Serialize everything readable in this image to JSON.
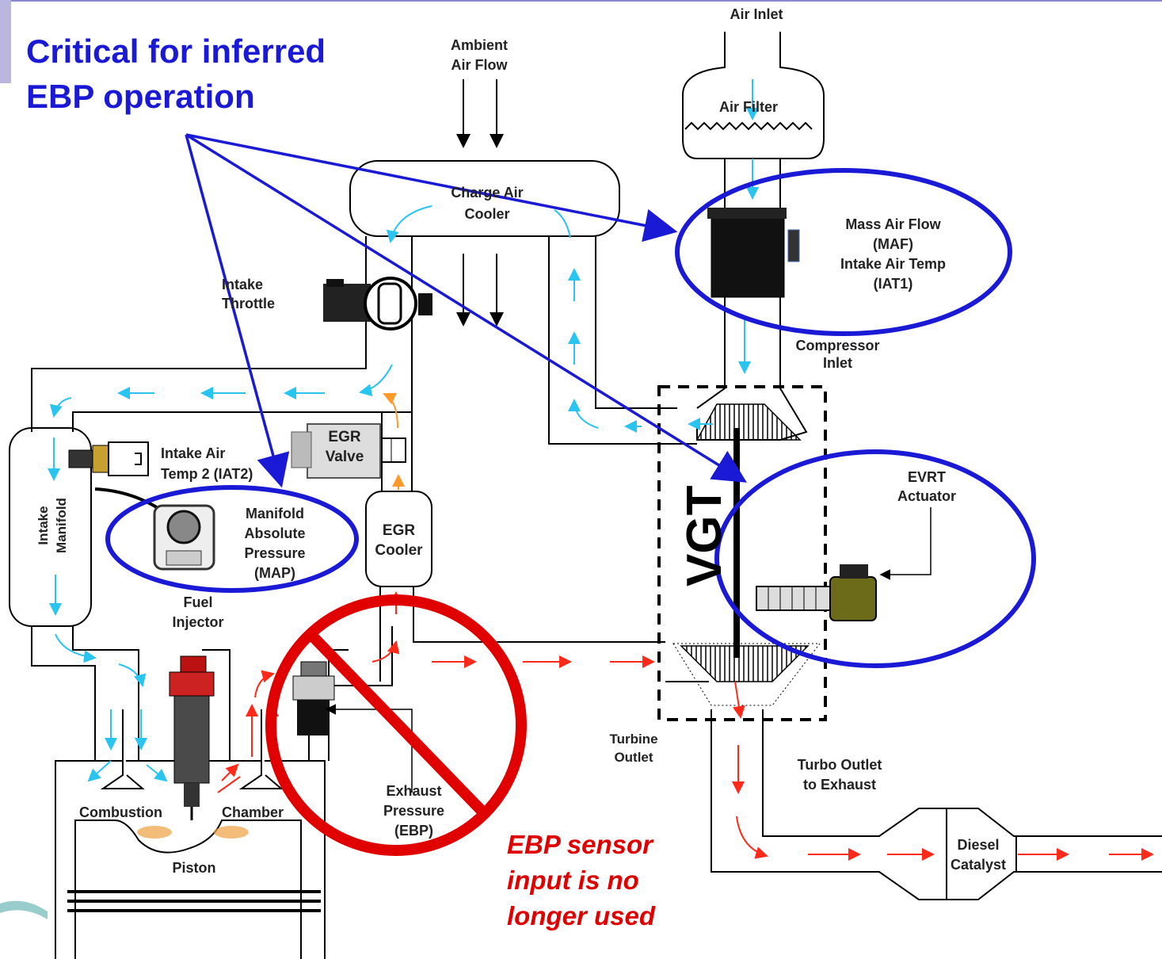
{
  "callout": {
    "line1": "Critical for inferred",
    "line2": "EBP operation"
  },
  "labels": {
    "air_inlet": "Air Inlet",
    "ambient_air_flow_1": "Ambient",
    "ambient_air_flow_2": "Air Flow",
    "air_filter": "Air Filter",
    "charge_air_cooler_1": "Charge Air",
    "charge_air_cooler_2": "Cooler",
    "maf_1": "Mass Air Flow",
    "maf_2": "(MAF)",
    "maf_3": "Intake Air Temp",
    "maf_4": "(IAT1)",
    "intake_throttle_1": "Intake",
    "intake_throttle_2": "Throttle",
    "compressor_inlet_1": "Compressor",
    "compressor_inlet_2": "Inlet",
    "egr_valve_1": "EGR",
    "egr_valve_2": "Valve",
    "iat2_1": "Intake Air",
    "iat2_2": "Temp 2 (IAT2)",
    "intake_manifold_1": "Intake",
    "intake_manifold_2": "Manifold",
    "map_1": "Manifold",
    "map_2": "Absolute",
    "map_3": "Pressure",
    "map_4": "(MAP)",
    "egr_cooler_1": "EGR",
    "egr_cooler_2": "Cooler",
    "vgt": "VGT",
    "evrt_1": "EVRT",
    "evrt_2": "Actuator",
    "fuel_injector_1": "Fuel",
    "fuel_injector_2": "Injector",
    "turbine_outlet_1": "Turbine",
    "turbine_outlet_2": "Outlet",
    "turbo_outlet_1": "Turbo Outlet",
    "turbo_outlet_2": "to Exhaust",
    "exhaust_pressure_1": "Exhaust",
    "exhaust_pressure_2": "Pressure",
    "exhaust_pressure_3": "(EBP)",
    "combustion": "Combustion",
    "chamber": "Chamber",
    "piston": "Piston",
    "diesel_catalyst_1": "Diesel",
    "diesel_catalyst_2": "Catalyst"
  },
  "note": {
    "line1": "EBP sensor",
    "line2": "input is no",
    "line3": "longer used"
  },
  "colors": {
    "callout": "#1a1ad6",
    "note": "#e00000",
    "air_flow": "#29c4f0",
    "exhaust_flow": "#ff2a1a",
    "egr_flow": "#ff9a2a"
  }
}
